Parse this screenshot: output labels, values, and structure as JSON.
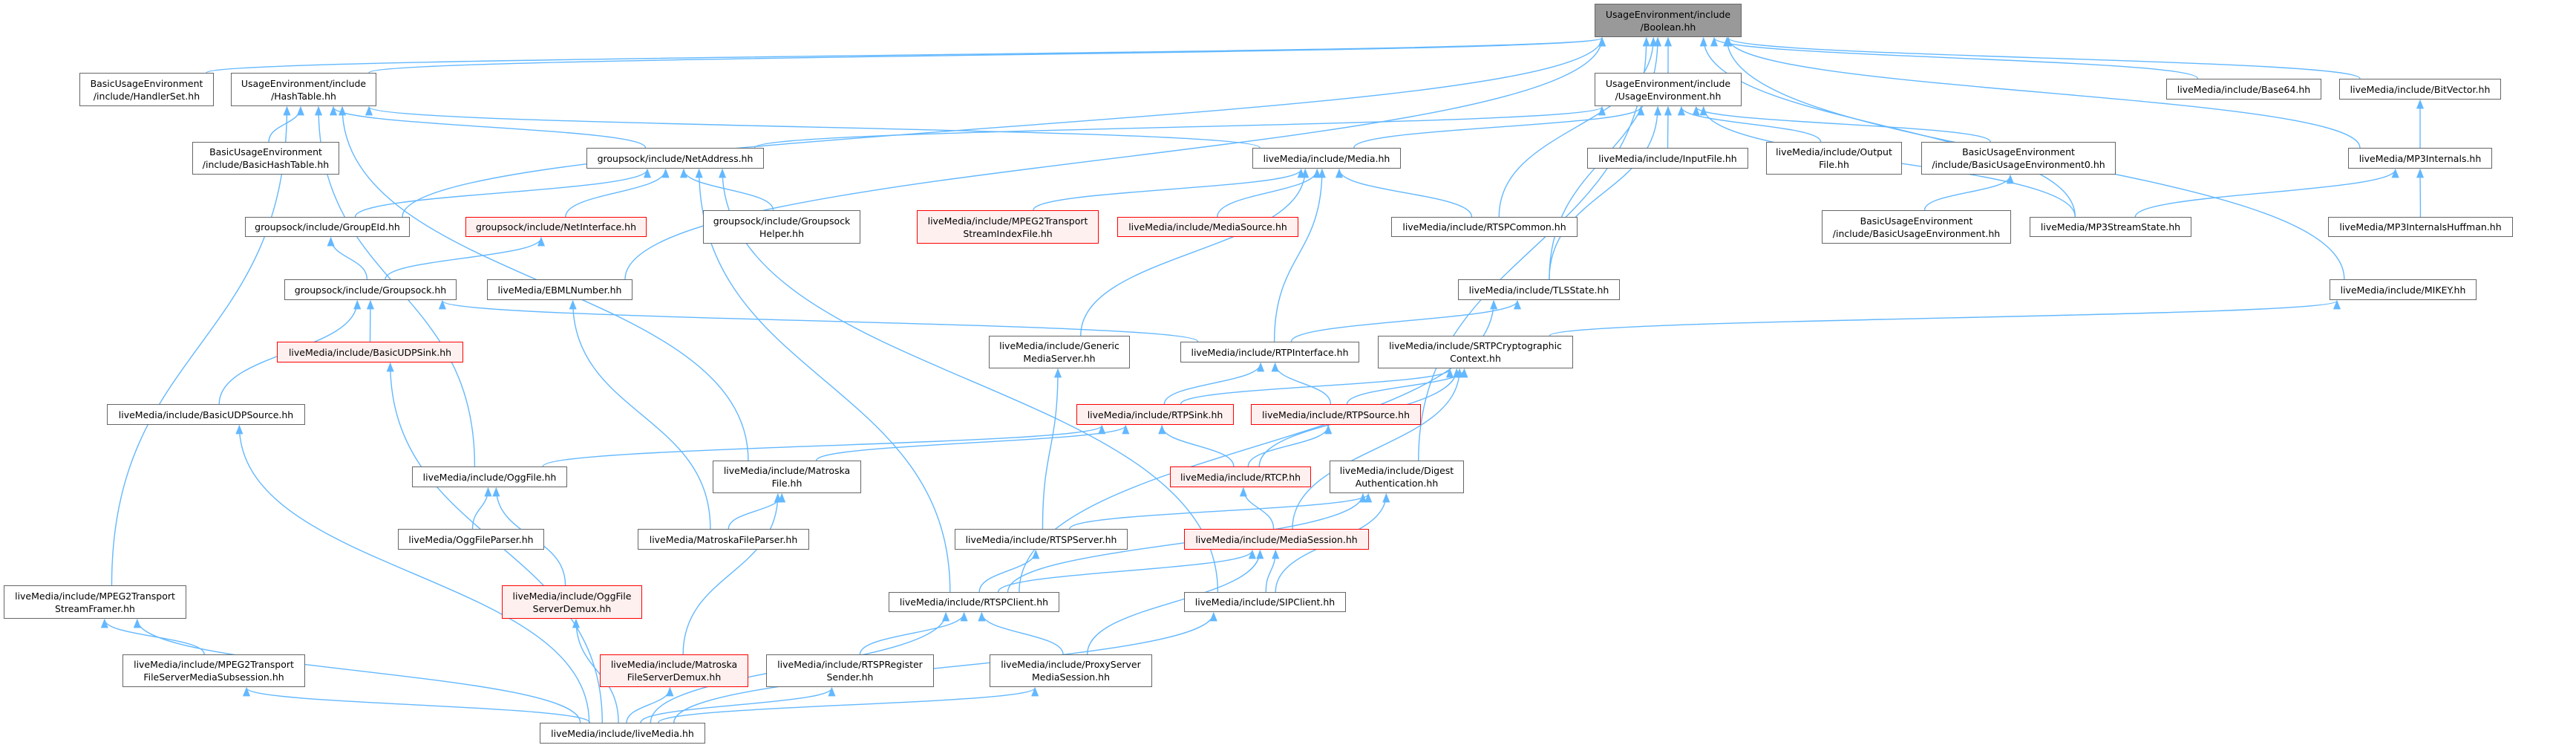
{
  "graph": {
    "edge_color": "#63b8ff",
    "nodes": [
      {
        "id": "boolean",
        "label": "UsageEnvironment/include\n/Boolean.hh",
        "style": "current"
      },
      {
        "id": "handlerset",
        "label": "BasicUsageEnvironment\n/include/HandlerSet.hh",
        "style": "normal"
      },
      {
        "id": "hashtable",
        "label": "UsageEnvironment/include\n/HashTable.hh",
        "style": "normal"
      },
      {
        "id": "usageenv",
        "label": "UsageEnvironment/include\n/UsageEnvironment.hh",
        "style": "normal"
      },
      {
        "id": "base64",
        "label": "liveMedia/include/Base64.hh",
        "style": "normal"
      },
      {
        "id": "bitvector",
        "label": "liveMedia/include/BitVector.hh",
        "style": "normal"
      },
      {
        "id": "basichashtable",
        "label": "BasicUsageEnvironment\n/include/BasicHashTable.hh",
        "style": "normal"
      },
      {
        "id": "netaddress",
        "label": "groupsock/include/NetAddress.hh",
        "style": "normal"
      },
      {
        "id": "media",
        "label": "liveMedia/include/Media.hh",
        "style": "normal"
      },
      {
        "id": "inputfile",
        "label": "liveMedia/include/InputFile.hh",
        "style": "normal"
      },
      {
        "id": "outputfile",
        "label": "liveMedia/include/Output\nFile.hh",
        "style": "normal"
      },
      {
        "id": "bue0",
        "label": "BasicUsageEnvironment\n/include/BasicUsageEnvironment0.hh",
        "style": "normal"
      },
      {
        "id": "mp3internals",
        "label": "liveMedia/MP3Internals.hh",
        "style": "normal"
      },
      {
        "id": "groupeid",
        "label": "groupsock/include/GroupEId.hh",
        "style": "normal"
      },
      {
        "id": "netinterface",
        "label": "groupsock/include/NetInterface.hh",
        "style": "red"
      },
      {
        "id": "groupsockhelper",
        "label": "groupsock/include/Groupsock\nHelper.hh",
        "style": "normal"
      },
      {
        "id": "mpeg2idx",
        "label": "liveMedia/include/MPEG2Transport\nStreamIndexFile.hh",
        "style": "red"
      },
      {
        "id": "mediasource",
        "label": "liveMedia/include/MediaSource.hh",
        "style": "red"
      },
      {
        "id": "rtspcommon",
        "label": "liveMedia/include/RTSPCommon.hh",
        "style": "normal"
      },
      {
        "id": "bue",
        "label": "BasicUsageEnvironment\n/include/BasicUsageEnvironment.hh",
        "style": "normal"
      },
      {
        "id": "mp3streamstate",
        "label": "liveMedia/MP3StreamState.hh",
        "style": "normal"
      },
      {
        "id": "mp3huffman",
        "label": "liveMedia/MP3InternalsHuffman.hh",
        "style": "normal"
      },
      {
        "id": "groupsock",
        "label": "groupsock/include/Groupsock.hh",
        "style": "normal"
      },
      {
        "id": "ebml",
        "label": "liveMedia/EBMLNumber.hh",
        "style": "normal"
      },
      {
        "id": "tlsstate",
        "label": "liveMedia/include/TLSState.hh",
        "style": "normal"
      },
      {
        "id": "mikey",
        "label": "liveMedia/include/MIKEY.hh",
        "style": "normal"
      },
      {
        "id": "basicudpsink",
        "label": "liveMedia/include/BasicUDPSink.hh",
        "style": "red"
      },
      {
        "id": "genericmediaserver",
        "label": "liveMedia/include/Generic\nMediaServer.hh",
        "style": "normal"
      },
      {
        "id": "rtpinterface",
        "label": "liveMedia/include/RTPInterface.hh",
        "style": "normal"
      },
      {
        "id": "srtp",
        "label": "liveMedia/include/SRTPCryptographic\nContext.hh",
        "style": "normal"
      },
      {
        "id": "basicudpsource",
        "label": "liveMedia/include/BasicUDPSource.hh",
        "style": "normal"
      },
      {
        "id": "rtpsink",
        "label": "liveMedia/include/RTPSink.hh",
        "style": "red"
      },
      {
        "id": "rtpsource",
        "label": "liveMedia/include/RTPSource.hh",
        "style": "red"
      },
      {
        "id": "oggfile",
        "label": "liveMedia/include/OggFile.hh",
        "style": "normal"
      },
      {
        "id": "matroskafile",
        "label": "liveMedia/include/Matroska\nFile.hh",
        "style": "normal"
      },
      {
        "id": "rtcp",
        "label": "liveMedia/include/RTCP.hh",
        "style": "red"
      },
      {
        "id": "digest",
        "label": "liveMedia/include/Digest\nAuthentication.hh",
        "style": "normal"
      },
      {
        "id": "oggfileparser",
        "label": "liveMedia/OggFileParser.hh",
        "style": "normal"
      },
      {
        "id": "matroskafileparser",
        "label": "liveMedia/MatroskaFileParser.hh",
        "style": "normal"
      },
      {
        "id": "rtspserver",
        "label": "liveMedia/include/RTSPServer.hh",
        "style": "normal"
      },
      {
        "id": "mediasession",
        "label": "liveMedia/include/MediaSession.hh",
        "style": "red"
      },
      {
        "id": "streamframer",
        "label": "liveMedia/include/MPEG2Transport\nStreamFramer.hh",
        "style": "normal"
      },
      {
        "id": "oggdemux",
        "label": "liveMedia/include/OggFile\nServerDemux.hh",
        "style": "red"
      },
      {
        "id": "rtspclient",
        "label": "liveMedia/include/RTSPClient.hh",
        "style": "normal"
      },
      {
        "id": "sipclient",
        "label": "liveMedia/include/SIPClient.hh",
        "style": "normal"
      },
      {
        "id": "mpeg2fsms",
        "label": "liveMedia/include/MPEG2Transport\nFileServerMediaSubsession.hh",
        "style": "normal"
      },
      {
        "id": "matroskademux",
        "label": "liveMedia/include/Matroska\nFileServerDemux.hh",
        "style": "red"
      },
      {
        "id": "rtspregister",
        "label": "liveMedia/include/RTSPRegister\nSender.hh",
        "style": "normal"
      },
      {
        "id": "proxy",
        "label": "liveMedia/include/ProxyServer\nMediaSession.hh",
        "style": "normal"
      },
      {
        "id": "livemedia",
        "label": "liveMedia/include/liveMedia.hh",
        "style": "normal"
      }
    ],
    "edges": [
      [
        "handlerset",
        "boolean"
      ],
      [
        "hashtable",
        "boolean"
      ],
      [
        "usageenv",
        "boolean"
      ],
      [
        "groupeid",
        "boolean"
      ],
      [
        "ebml",
        "boolean"
      ],
      [
        "rtspcommon",
        "boolean"
      ],
      [
        "tlsstate",
        "boolean"
      ],
      [
        "base64",
        "boolean"
      ],
      [
        "bitvector",
        "boolean"
      ],
      [
        "mp3internals",
        "boolean"
      ],
      [
        "mp3streamstate",
        "boolean"
      ],
      [
        "mikey",
        "boolean"
      ],
      [
        "digest",
        "boolean"
      ],
      [
        "basichashtable",
        "hashtable"
      ],
      [
        "netaddress",
        "hashtable"
      ],
      [
        "media",
        "hashtable"
      ],
      [
        "streamframer",
        "hashtable"
      ],
      [
        "oggfile",
        "hashtable"
      ],
      [
        "matroskafile",
        "hashtable"
      ],
      [
        "netaddress",
        "usageenv"
      ],
      [
        "media",
        "usageenv"
      ],
      [
        "inputfile",
        "usageenv"
      ],
      [
        "outputfile",
        "usageenv"
      ],
      [
        "bue0",
        "usageenv"
      ],
      [
        "mp3streamstate",
        "usageenv"
      ],
      [
        "tlsstate",
        "usageenv"
      ],
      [
        "bue",
        "bue0"
      ],
      [
        "mp3internals",
        "bitvector"
      ],
      [
        "mp3streamstate",
        "mp3internals"
      ],
      [
        "mp3huffman",
        "mp3internals"
      ],
      [
        "groupeid",
        "netaddress"
      ],
      [
        "netinterface",
        "netaddress"
      ],
      [
        "groupsockhelper",
        "netaddress"
      ],
      [
        "rtspclient",
        "netaddress"
      ],
      [
        "sipclient",
        "netaddress"
      ],
      [
        "groupsock",
        "groupeid"
      ],
      [
        "groupsock",
        "netinterface"
      ],
      [
        "basicudpsource",
        "groupsock"
      ],
      [
        "basicudpsink",
        "groupsock"
      ],
      [
        "rtpinterface",
        "groupsock"
      ],
      [
        "matroskafileparser",
        "ebml"
      ],
      [
        "mpeg2idx",
        "media"
      ],
      [
        "mediasource",
        "media"
      ],
      [
        "rtspcommon",
        "media"
      ],
      [
        "genericmediaserver",
        "media"
      ],
      [
        "rtpinterface",
        "media"
      ],
      [
        "rtpinterface",
        "tlsstate"
      ],
      [
        "rtspclient",
        "tlsstate"
      ],
      [
        "srtp",
        "mikey"
      ],
      [
        "rtpsink",
        "rtpinterface"
      ],
      [
        "rtpsource",
        "rtpinterface"
      ],
      [
        "rtpsink",
        "srtp"
      ],
      [
        "rtpsource",
        "srtp"
      ],
      [
        "rtcp",
        "srtp"
      ],
      [
        "mediasession",
        "srtp"
      ],
      [
        "matroskafile",
        "rtpsink"
      ],
      [
        "oggfile",
        "rtpsink"
      ],
      [
        "rtcp",
        "rtpsink"
      ],
      [
        "rtcp",
        "rtpsource"
      ],
      [
        "mediasession",
        "rtcp"
      ],
      [
        "rtspserver",
        "genericmediaserver"
      ],
      [
        "rtspserver",
        "digest"
      ],
      [
        "rtspclient",
        "digest"
      ],
      [
        "sipclient",
        "digest"
      ],
      [
        "rtspclient",
        "mediasession"
      ],
      [
        "sipclient",
        "mediasession"
      ],
      [
        "proxy",
        "mediasession"
      ],
      [
        "rtspclient",
        "rtspserver"
      ],
      [
        "rtspregister",
        "rtspclient"
      ],
      [
        "proxy",
        "rtspclient"
      ],
      [
        "oggfileparser",
        "oggfile"
      ],
      [
        "oggdemux",
        "oggfile"
      ],
      [
        "matroskafileparser",
        "matroskafile"
      ],
      [
        "matroskademux",
        "matroskafile"
      ],
      [
        "mpeg2fsms",
        "streamframer"
      ],
      [
        "livemedia",
        "streamframer"
      ],
      [
        "livemedia",
        "basicudpsink"
      ],
      [
        "livemedia",
        "basicudpsource"
      ],
      [
        "livemedia",
        "mpeg2fsms"
      ],
      [
        "livemedia",
        "oggdemux"
      ],
      [
        "livemedia",
        "matroskademux"
      ],
      [
        "livemedia",
        "rtspregister"
      ],
      [
        "livemedia",
        "proxy"
      ],
      [
        "livemedia",
        "rtspclient"
      ],
      [
        "livemedia",
        "sipclient"
      ]
    ]
  }
}
